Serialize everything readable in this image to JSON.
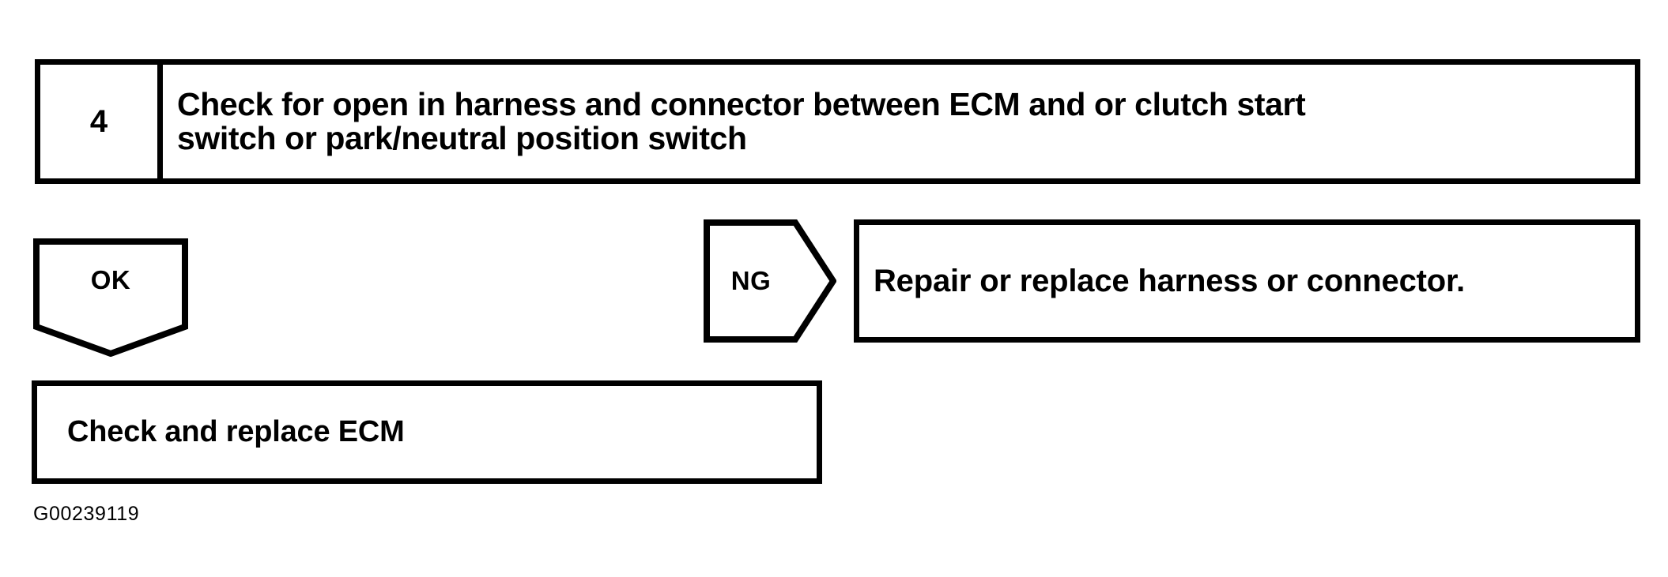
{
  "figure": {
    "id_label": "G00239119",
    "ink_color": "#000000",
    "background_color": "#ffffff"
  },
  "step": {
    "number": "4",
    "description_line1": "Check for open in harness and connector between ECM and or clutch start",
    "description_line2": "switch or park/neutral position switch"
  },
  "branches": {
    "ok": {
      "label": "OK",
      "shape": "pentagon-down",
      "result_box": {
        "text": "Check and replace ECM"
      }
    },
    "ng": {
      "label": "NG",
      "shape": "pentagon-right",
      "result_box": {
        "text": "Repair or replace harness or connector."
      }
    }
  }
}
